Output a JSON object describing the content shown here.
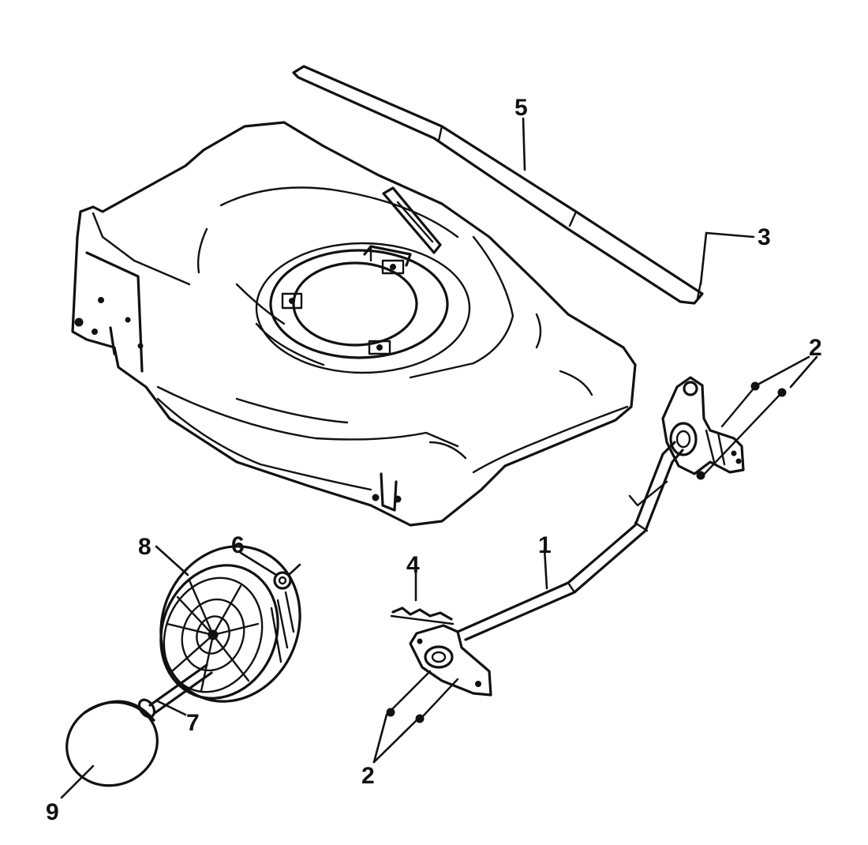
{
  "callouts": {
    "c1": "1",
    "c2a": "2",
    "c2b": "2",
    "c3": "3",
    "c4": "4",
    "c5": "5",
    "c6": "6",
    "c7": "7",
    "c8": "8",
    "c9": "9"
  },
  "colors": {
    "ink": "#111111",
    "background": "#ffffff"
  }
}
